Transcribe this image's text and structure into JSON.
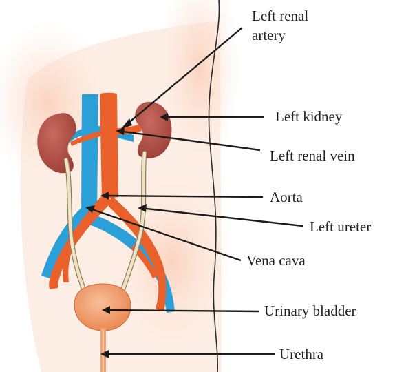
{
  "labels": {
    "left_renal_artery_line1": "Left renal",
    "left_renal_artery_line2": "artery",
    "left_kidney": "Left kidney",
    "left_renal_vein": "Left renal vein",
    "aorta": "Aorta",
    "left_ureter": "Left ureter",
    "vena_cava": "Vena cava",
    "urinary_bladder": "Urinary bladder",
    "urethra": "Urethra"
  },
  "colors": {
    "artery": "#e9602a",
    "vein": "#2b9fd8",
    "kidney": "#b8564d",
    "ureter": "#f0e3c4",
    "bladder": "#f2a373",
    "skin": "#fde2d2",
    "ink": "#231f20"
  }
}
